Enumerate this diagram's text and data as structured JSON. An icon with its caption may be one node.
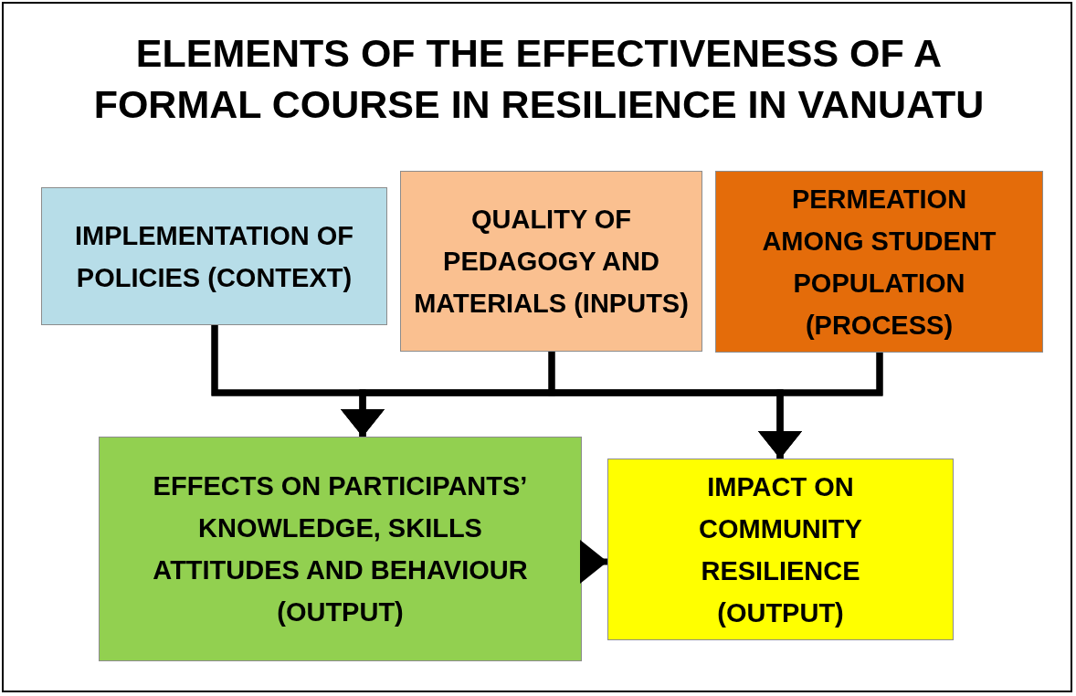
{
  "diagram": {
    "title": "ELEMENTS OF THE EFFECTIVENESS OF A FORMAL COURSE IN RESILIENCE IN VANUATU",
    "nodes": [
      {
        "text": [
          "IMPLEMENTATION OF POLICIES (CONTEXT)"
        ]
      },
      {
        "text": [
          "QUALITY OF PEDAGOGY AND MATERIALS (INPUTS)"
        ]
      },
      {
        "text": [
          "PERMEATION AMONG STUDENT POPULATION (PROCESS)"
        ]
      },
      {
        "text": [
          "EFFECTS ON PARTICIPANTS’ KNOWLEDGE, SKILLS ATTITUDES AND BEHAVIOUR (OUTPUT)"
        ]
      },
      {
        "text": [
          "IMPACT ON COMMUNITY RESILIENCE (OUTPUT)"
        ]
      }
    ],
    "edges": [
      {
        "from": 0,
        "to": 3,
        "arrow": "to"
      },
      {
        "from": 1,
        "to": 3,
        "arrow": "to"
      },
      {
        "from": 2,
        "to": 3,
        "arrow": "to"
      },
      {
        "from": 0,
        "to": 4,
        "arrow": "to"
      },
      {
        "from": 1,
        "to": 4,
        "arrow": "to"
      },
      {
        "from": 2,
        "to": 4,
        "arrow": "to"
      },
      {
        "from": 3,
        "to": 4,
        "arrow": "to"
      }
    ]
  }
}
